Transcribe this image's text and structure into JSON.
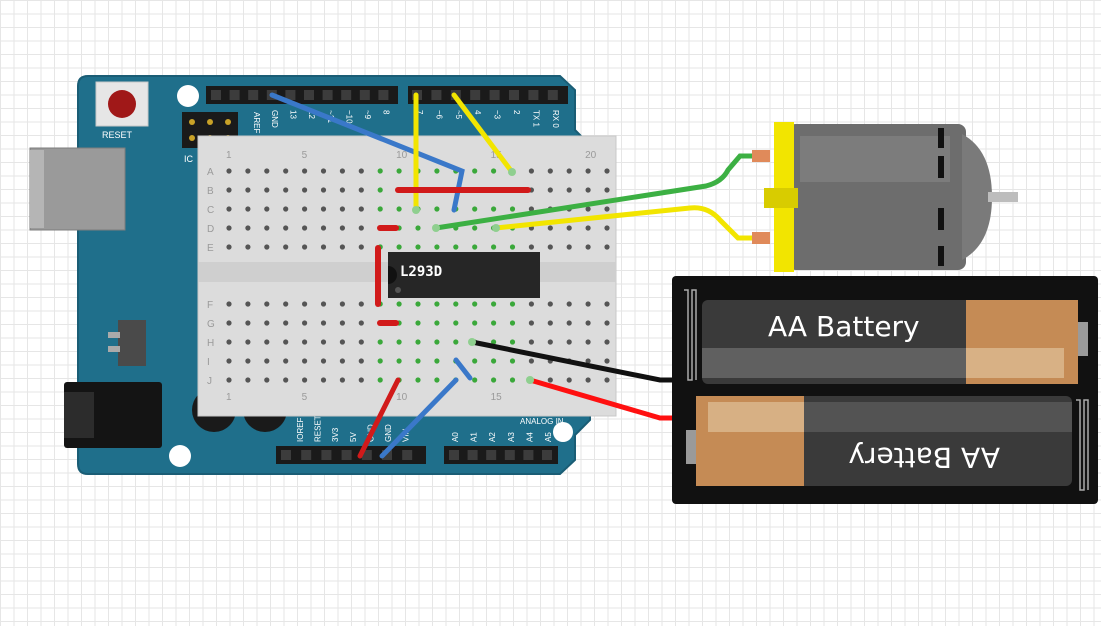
{
  "arduino": {
    "reset_label": "RESET",
    "icsp_label": "IC",
    "top_pins": [
      "GND",
      "13",
      "12",
      "~11",
      "~10",
      "~9",
      "8",
      "7",
      "~6",
      "~5",
      "4",
      "~3",
      "2",
      "TX 1",
      "RX 0"
    ],
    "aref_label": "AREF",
    "power_pins": [
      "IOREF",
      "RESET",
      "3V3",
      "5V",
      "GND",
      "GND",
      "VIN"
    ],
    "analog_pins": [
      "A0",
      "A1",
      "A2",
      "A3",
      "A4",
      "A5"
    ],
    "analog_heading": "ANALOG IN",
    "board_color": "#1f6f8b"
  },
  "breadboard": {
    "columns_top": [
      "1",
      "5",
      "10",
      "15",
      "20"
    ],
    "columns_bottom": [
      "1",
      "5",
      "10",
      "15"
    ],
    "rows_top": [
      "A",
      "B",
      "C",
      "D",
      "E"
    ],
    "rows_bottom": [
      "F",
      "G",
      "H",
      "I",
      "J"
    ]
  },
  "chip": {
    "label": "L293D"
  },
  "batteries": [
    {
      "label": "AA Battery"
    },
    {
      "label": "AA Battery"
    }
  ],
  "motor": {
    "body_color": "#6d6d6d",
    "cap_color": "#f2e500"
  },
  "wire_colors": {
    "blue": "#3a78c9",
    "yellow": "#f2e500",
    "red": "#d11a1a",
    "green": "#3cb043",
    "black": "#111111"
  }
}
